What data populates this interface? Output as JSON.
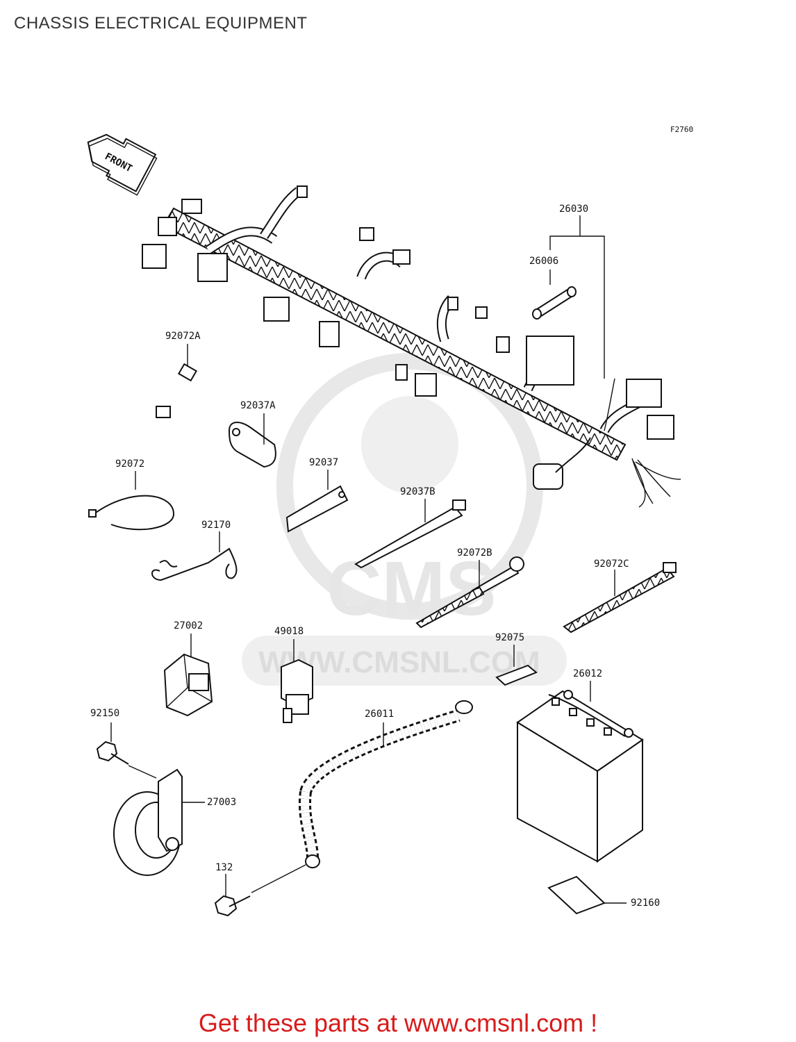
{
  "title": "CHASSIS ELECTRICAL EQUIPMENT",
  "figure_ref": "F2760",
  "front_label": "FRONT",
  "watermark": {
    "brand": "CMS",
    "url": "WWW.CMSNL.COM"
  },
  "parts": {
    "p26030": "26030",
    "p26006": "26006",
    "p92072A": "92072A",
    "p92037A": "92037A",
    "p92072": "92072",
    "p92037": "92037",
    "p92037B": "92037B",
    "p92170": "92170",
    "p92072B": "92072B",
    "p92072C": "92072C",
    "p27002": "27002",
    "p49018": "49018",
    "p92075": "92075",
    "p26012": "26012",
    "p92150": "92150",
    "p26011": "26011",
    "p27003": "27003",
    "p132": "132",
    "p92160": "92160"
  },
  "footer_link": "Get these parts at www.cmsnl.com !",
  "colors": {
    "line": "#111111",
    "title": "#333333",
    "footer": "#d81b1b",
    "watermark": "#e6e6e6"
  }
}
